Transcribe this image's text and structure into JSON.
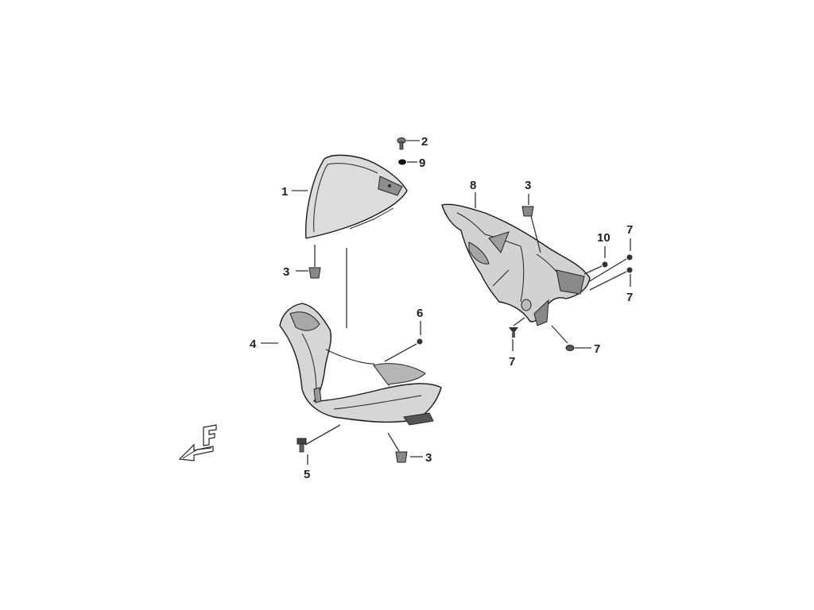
{
  "callouts": {
    "c1": "1",
    "c2": "2",
    "c3a": "3",
    "c3b": "3",
    "c3c": "3",
    "c4": "4",
    "c5": "5",
    "c6": "6",
    "c7a": "7",
    "c7b": "7",
    "c7c": "7",
    "c7d": "7",
    "c8": "8",
    "c9": "9",
    "c10": "10"
  },
  "logo_letter": "F",
  "colors": {
    "part_fill": "#d9d9d9",
    "part_dark": "#9a9a9a",
    "line": "#333333"
  }
}
